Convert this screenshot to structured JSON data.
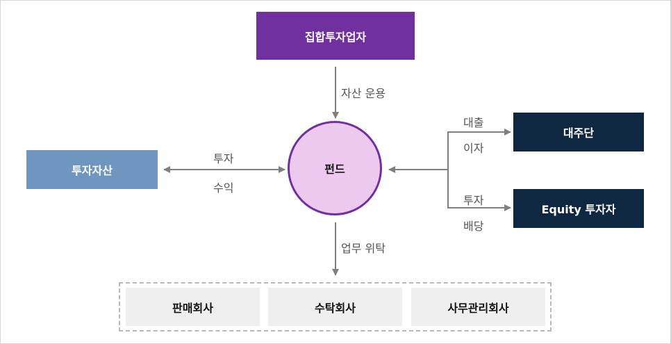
{
  "nodes": {
    "top": "집합투자업자",
    "left": "투자자산",
    "center": "펀드",
    "right_top": "대주단",
    "right_bottom": "Equity 투자자"
  },
  "edges": {
    "top_to_center": "자산 운용",
    "left_top": "투자",
    "left_bottom": "수익",
    "right_top_upper": "대출",
    "right_top_lower": "이자",
    "right_bottom_upper": "투자",
    "right_bottom_lower": "배당",
    "center_to_bottom": "업무 위탁"
  },
  "bottom_group": [
    "판매회사",
    "수탁회사",
    "사무관리회사"
  ],
  "colors": {
    "top_box": "#7030a0",
    "left_box": "#6f96bf",
    "right_boxes": "#0e2841",
    "fund_fill": "#eec9ef",
    "fund_border": "#7030a0",
    "arrows": "#7f7f7f"
  }
}
